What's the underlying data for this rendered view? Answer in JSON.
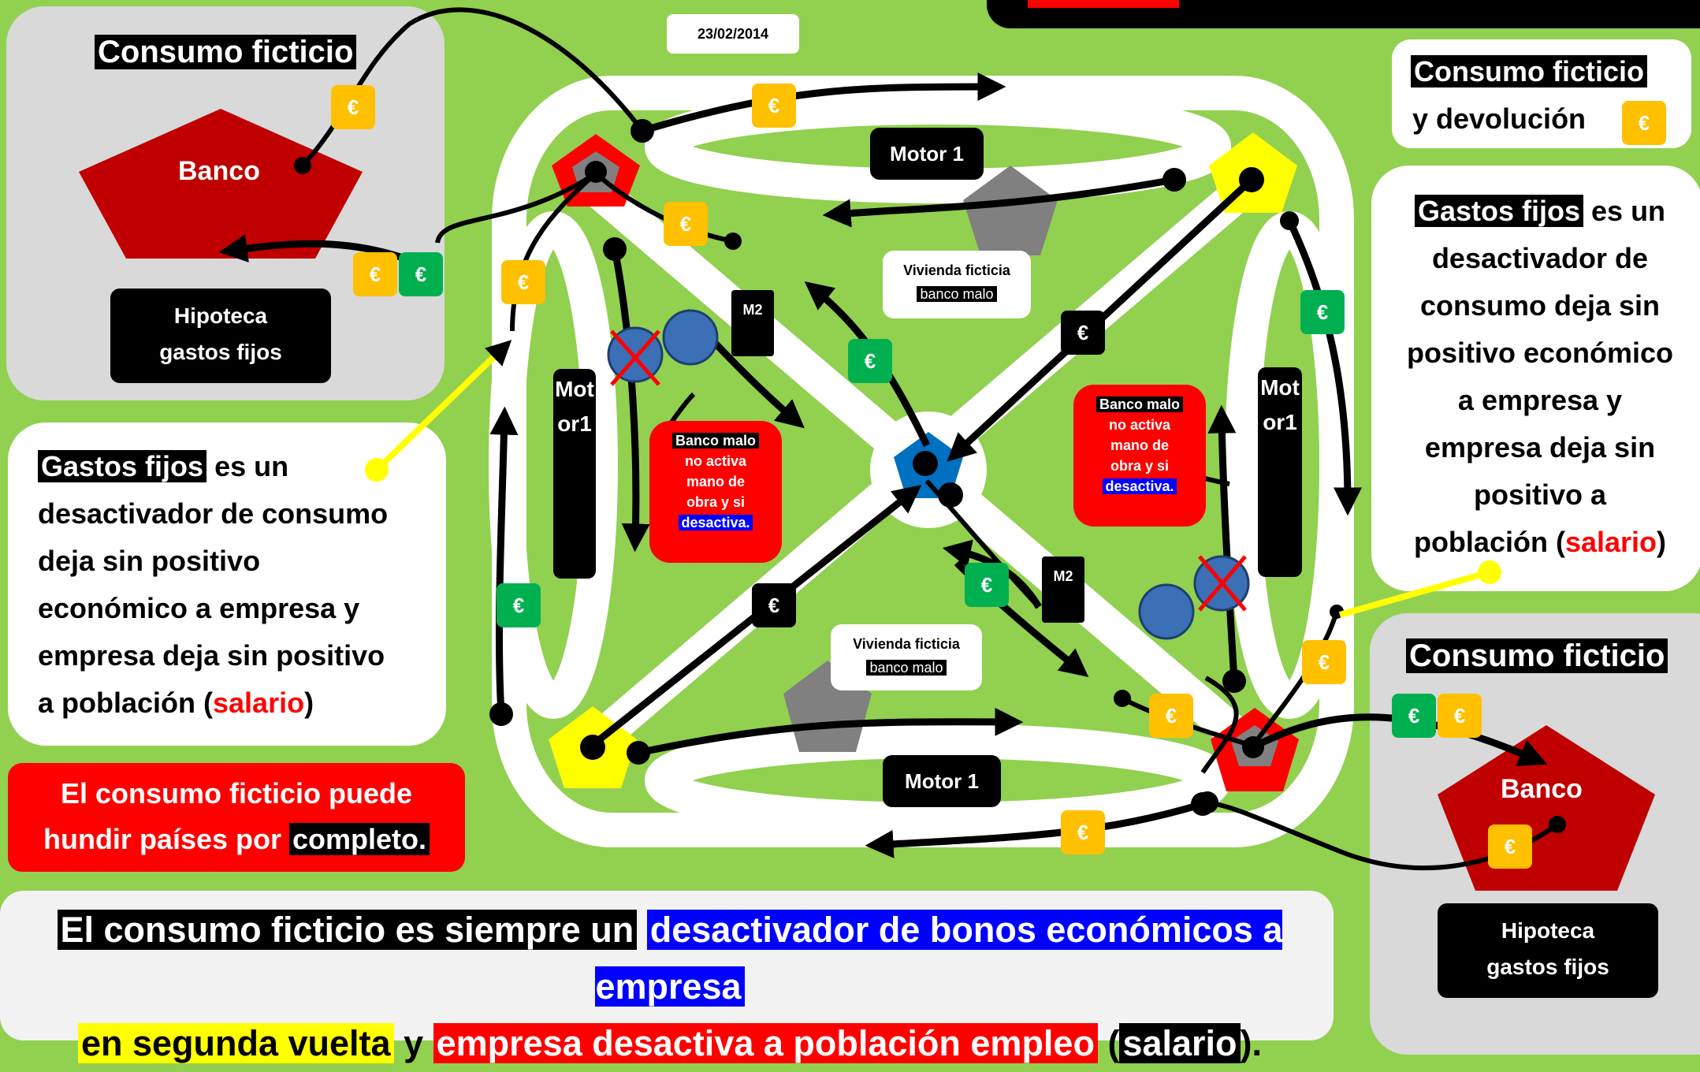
{
  "date": "23/02/2014",
  "euro": "€",
  "colors": {
    "background": "#92d050",
    "bank": "#c00000",
    "euro_yellow": "#ffc000",
    "euro_green": "#00b050",
    "highlight_blue": "#0000ff",
    "highlight_yellow": "#ffff00",
    "red": "#ff0000"
  },
  "top_left_panel": {
    "title": "Consumo ficticio",
    "bank": "Banco",
    "box_line1": "Hipoteca",
    "box_line2": "gastos fijos"
  },
  "bottom_right_panel": {
    "title": "Consumo ficticio",
    "bank": "Banco",
    "box_line1": "Hipoteca",
    "box_line2": "gastos fijos"
  },
  "top_right_box": {
    "title": "Consumo ficticio",
    "line2": "y devolución"
  },
  "left_text": {
    "highlight": "Gastos fijos",
    "rest1": " es un",
    "line2": "desactivador de consumo",
    "line3": "deja sin positivo",
    "line4": "económico a empresa y",
    "line5": "empresa deja sin positivo",
    "line6_a": "a población (",
    "line6_red": "salario",
    "line6_b": ")"
  },
  "right_text": {
    "highlight": "Gastos fijos",
    "rest1": " es un",
    "line2": "desactivador de",
    "line3": "consumo deja sin",
    "line4": "positivo económico",
    "line5": "a empresa y",
    "line6": "empresa deja sin",
    "line7": "positivo a",
    "line8_a": "población (",
    "line8_red": "salario",
    "line8_b": ")"
  },
  "red_warning": {
    "line1": "El consumo ficticio puede",
    "line2_a": "hundir países por ",
    "line2_b": "completo."
  },
  "bottom_banner": {
    "p1": "El consumo ficticio es siempre un",
    "p2": "desactivador de bonos económicos a empresa",
    "p3": "en segunda vuelta",
    "p4": " y ",
    "p5": "empresa desactiva a población empleo",
    "p6": " (",
    "p7": "salario",
    "p8": ")."
  },
  "diagram": {
    "motor_top": "Motor 1",
    "motor_bottom": "Motor 1",
    "motor_left": "Motor1",
    "motor_right": "Motor1",
    "m2": "M2",
    "vivienda_top_1": "Vivienda ficticia",
    "vivienda_top_2": "banco malo",
    "vivienda_bottom_1": "Vivienda ficticia",
    "vivienda_bottom_2": "banco malo",
    "banco_malo_left": {
      "l1": "Banco malo",
      "l2": "no activa",
      "l3": "mano de",
      "l4": "obra y si",
      "l5": "desactiva."
    },
    "banco_malo_right": {
      "l1": "Banco malo",
      "l2": "no activa",
      "l3": "mano de",
      "l4": "obra y si",
      "l5": "desactiva."
    }
  }
}
